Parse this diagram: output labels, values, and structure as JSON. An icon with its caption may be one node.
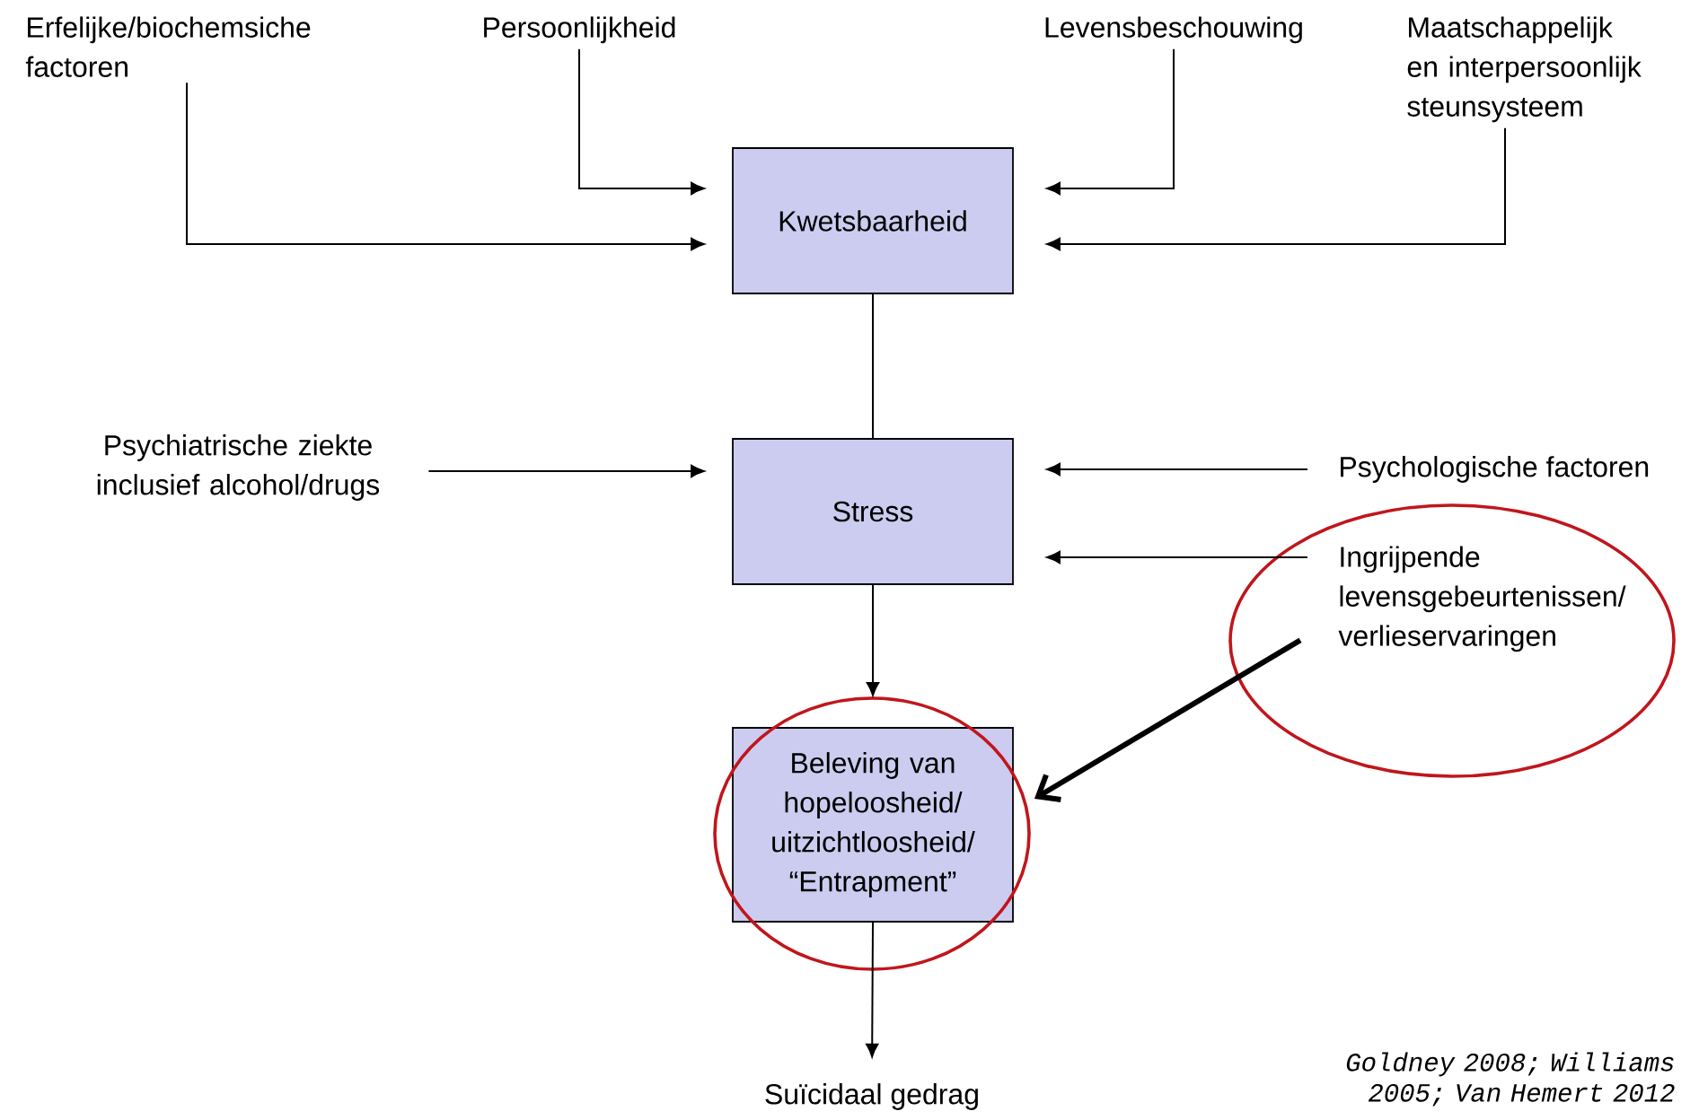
{
  "diagram": {
    "nodes": [
      {
        "text": [
          "Erfelijke/biochemsiche factoren"
        ]
      },
      {
        "text": [
          "Persoonlijkheid"
        ]
      },
      {
        "text": [
          "Levensbeschouwing"
        ]
      },
      {
        "text": [
          "Maatschappelijk en interpersoonlijk steunsysteem"
        ]
      },
      {
        "text": [
          "Kwetsbaarheid"
        ]
      },
      {
        "text": [
          "Psychiatrische ziekte inclusief alcohol/drugs"
        ]
      },
      {
        "text": [
          "Stress"
        ]
      },
      {
        "text": [
          "Psychologische factoren"
        ]
      },
      {
        "text": [
          "Ingrijpende levensgebeurtenissen/ verlieservaringen"
        ]
      },
      {
        "text": [
          "Beleving van hopeloosheid/ uitzichtloosheid/ “Entrapment”"
        ]
      },
      {
        "text": [
          "Suïcidaal gedrag"
        ]
      }
    ],
    "edges": [
      {
        "from": 0,
        "to": 4,
        "arrow": "to"
      },
      {
        "from": 1,
        "to": 4,
        "arrow": "to"
      },
      {
        "from": 2,
        "to": 4,
        "arrow": "to"
      },
      {
        "from": 3,
        "to": 4,
        "arrow": "to"
      },
      {
        "from": 4,
        "to": 6,
        "arrow": "none"
      },
      {
        "from": 5,
        "to": 6,
        "arrow": "to"
      },
      {
        "from": 7,
        "to": 6,
        "arrow": "to"
      },
      {
        "from": 8,
        "to": 6,
        "arrow": "to"
      },
      {
        "from": 6,
        "to": 9,
        "arrow": "to"
      },
      {
        "from": 9,
        "to": 10,
        "arrow": "to"
      },
      {
        "from": 8,
        "to": 9,
        "arrow": "to",
        "style": "thick"
      }
    ],
    "labels": [
      "Goldney 2008; Williams 2005; Van Hemert 2012"
    ]
  }
}
